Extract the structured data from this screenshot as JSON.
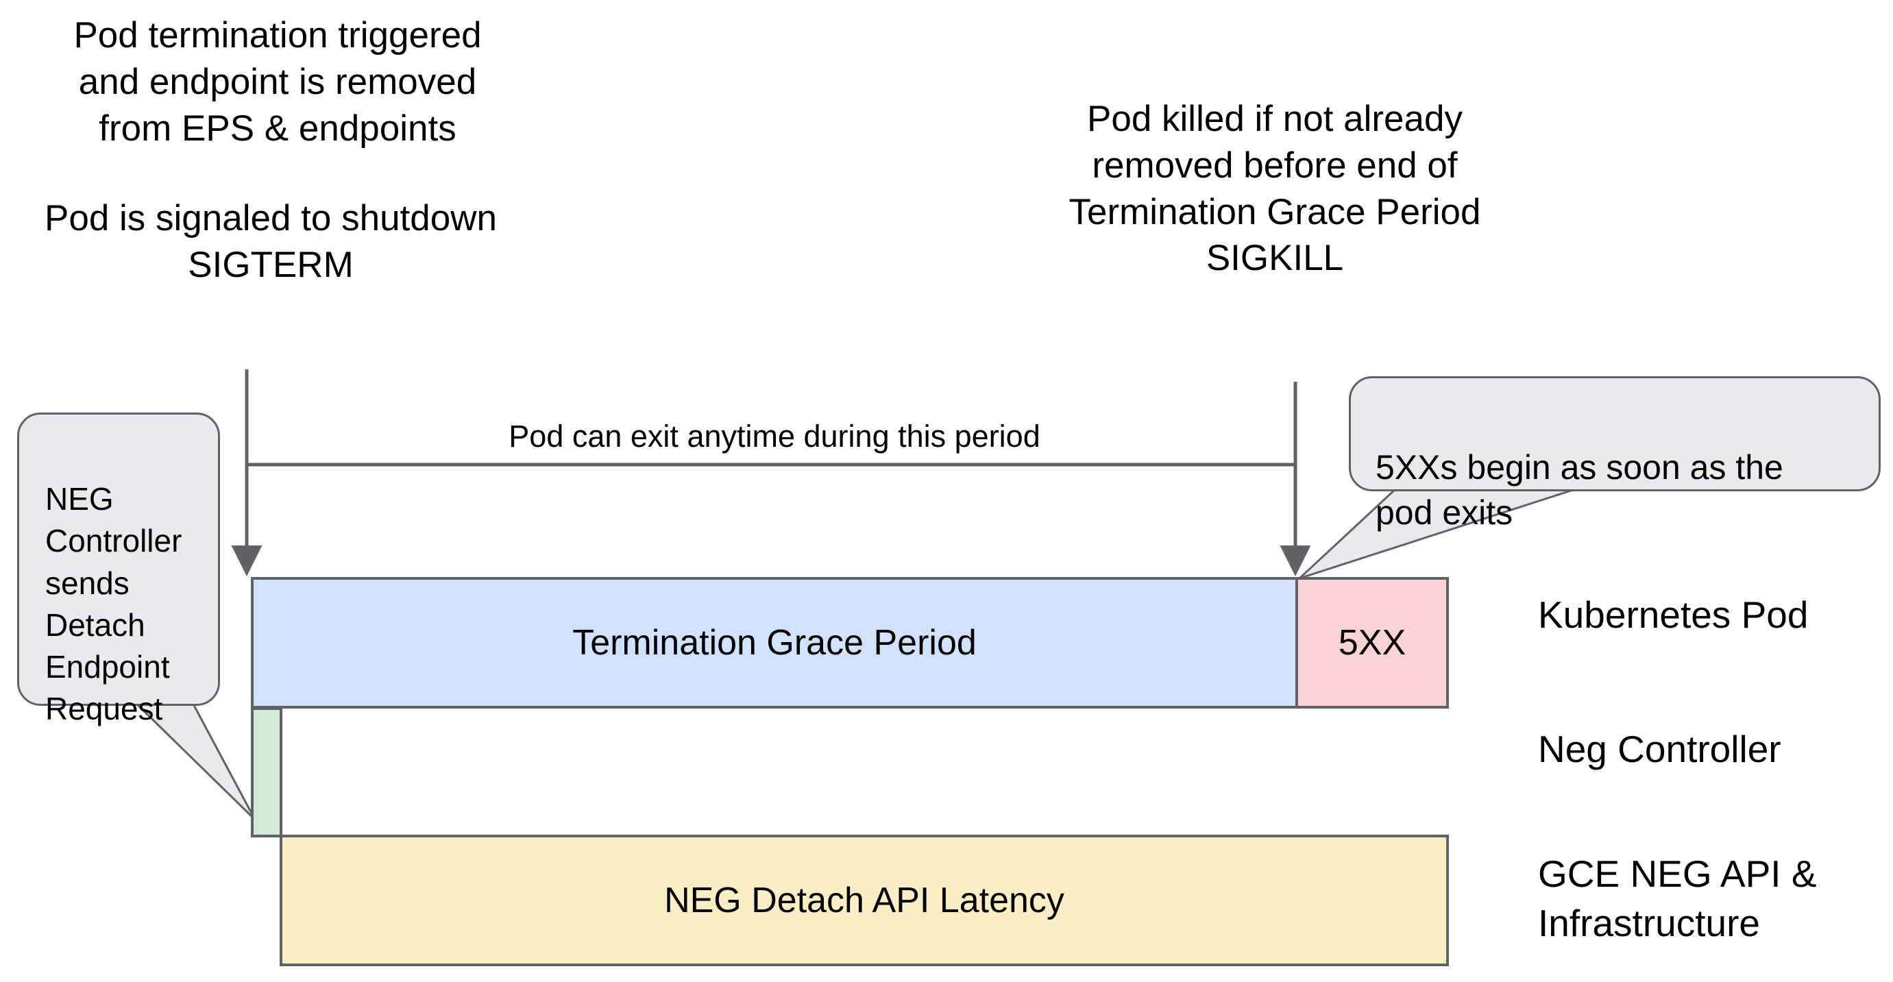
{
  "diagram": {
    "title": "Kubernetes Pod termination and NEG detach timeline",
    "background_color": "#ffffff",
    "stroke_color": "#5f6368"
  },
  "annotations": {
    "top_left_1": "Pod termination triggered\nand endpoint is removed\nfrom EPS & endpoints",
    "top_left_2": "Pod is signaled to shutdown\nSIGTERM",
    "top_right": "Pod killed if not already\nremoved before end of\nTermination Grace Period\nSIGKILL",
    "period_label": "Pod can exit anytime during this period"
  },
  "callouts": [
    {
      "name": "neg-controller-callout",
      "text": "NEG\nController\nsends\nDetach\nEndpoint\nRequest",
      "fill": "#e8eaed"
    },
    {
      "name": "5xx-callout",
      "text": "5XXs begin as soon as the\npod exits",
      "fill": "#e8eaed"
    }
  ],
  "bars": [
    {
      "name": "termination-grace-period",
      "label": "Termination Grace Period",
      "fill": "#d0e2fc",
      "row": "Kubernetes Pod"
    },
    {
      "name": "5xx",
      "label": "5XX",
      "fill": "#fad4d4",
      "row": "Kubernetes Pod"
    },
    {
      "name": "neg-detach-trigger",
      "label": "",
      "fill": "#d2e9d6",
      "row": "Neg Controller"
    },
    {
      "name": "neg-detach-api-latency",
      "label": "NEG Detach API Latency",
      "fill": "#fbeec4",
      "row": "GCE NEG API & Infrastructure"
    }
  ],
  "row_labels": [
    {
      "name": "kubernetes-pod",
      "text": "Kubernetes Pod"
    },
    {
      "name": "neg-controller",
      "text": "Neg Controller"
    },
    {
      "name": "gce-neg-api",
      "text": "GCE NEG API &\nInfrastructure"
    }
  ]
}
